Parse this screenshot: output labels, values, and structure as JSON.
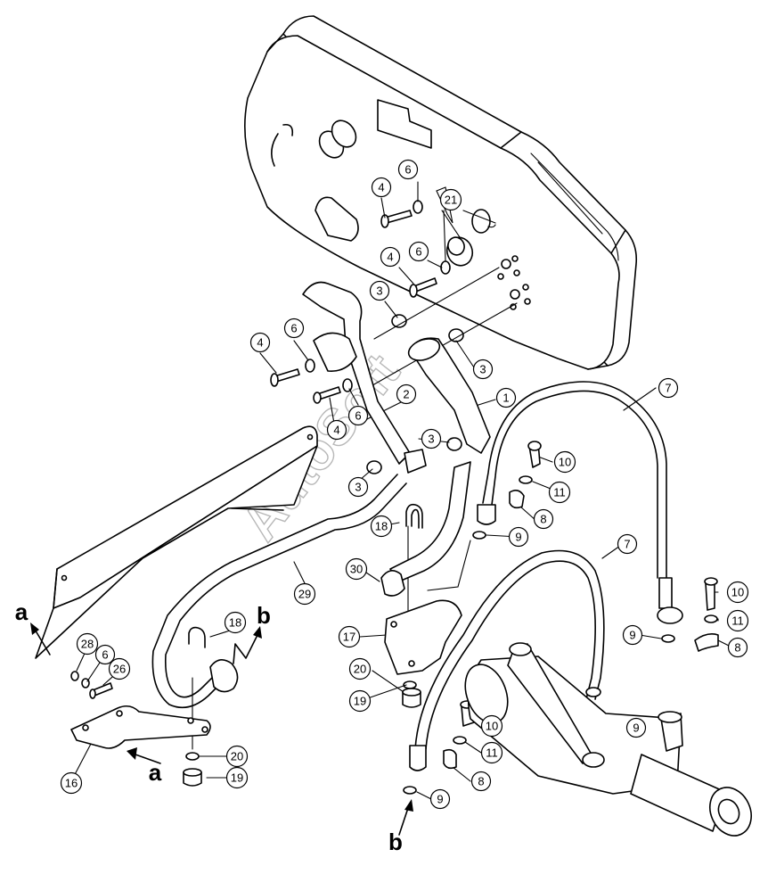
{
  "watermark": "AutoSoft",
  "callouts": [
    {
      "label": "1"
    },
    {
      "label": "2"
    },
    {
      "label": "3"
    },
    {
      "label": "3"
    },
    {
      "label": "3"
    },
    {
      "label": "3"
    },
    {
      "label": "4"
    },
    {
      "label": "4"
    },
    {
      "label": "4"
    },
    {
      "label": "4"
    },
    {
      "label": "6"
    },
    {
      "label": "6"
    },
    {
      "label": "6"
    },
    {
      "label": "6"
    },
    {
      "label": "6"
    },
    {
      "label": "7"
    },
    {
      "label": "7"
    },
    {
      "label": "8"
    },
    {
      "label": "8"
    },
    {
      "label": "8"
    },
    {
      "label": "9"
    },
    {
      "label": "9"
    },
    {
      "label": "9"
    },
    {
      "label": "9"
    },
    {
      "label": "10"
    },
    {
      "label": "10"
    },
    {
      "label": "10"
    },
    {
      "label": "11"
    },
    {
      "label": "11"
    },
    {
      "label": "11"
    },
    {
      "label": "16"
    },
    {
      "label": "17"
    },
    {
      "label": "18"
    },
    {
      "label": "18"
    },
    {
      "label": "19"
    },
    {
      "label": "19"
    },
    {
      "label": "20"
    },
    {
      "label": "20"
    },
    {
      "label": "21"
    },
    {
      "label": "26"
    },
    {
      "label": "28"
    },
    {
      "label": "29"
    },
    {
      "label": "30"
    }
  ],
  "refs": [
    "a",
    "a",
    "b",
    "b"
  ]
}
